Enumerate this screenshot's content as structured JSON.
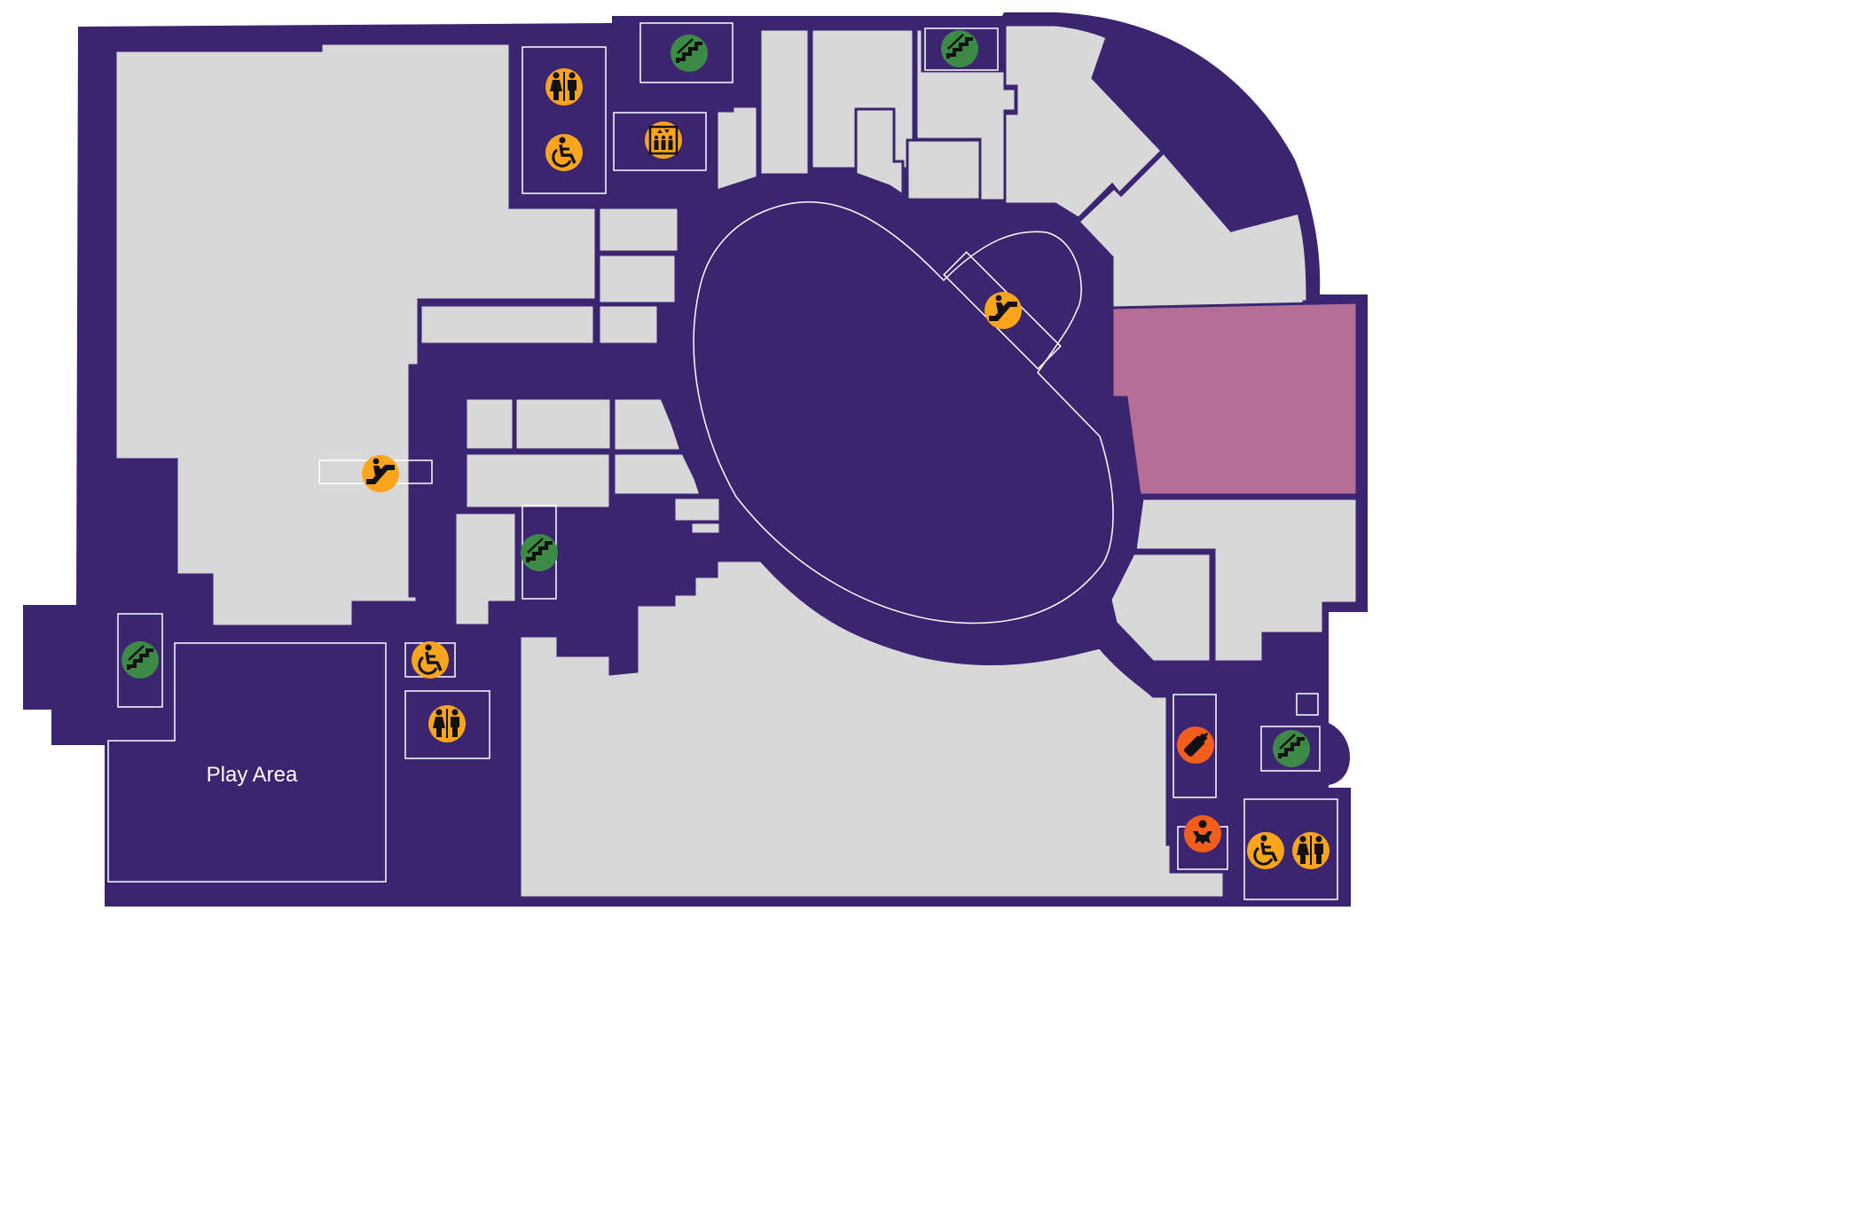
{
  "map": {
    "colors": {
      "corridor": "#3c2570",
      "store": "#d8d8d8",
      "highlight": "#b56e95",
      "outline": "#ffffff",
      "stairs": "#3b8b46",
      "amenity": "#fba51c",
      "family": "#f25f1c"
    },
    "labels": {
      "play_area": "Play Area"
    },
    "pois": [
      {
        "type": "stairs",
        "icon": "stairs-icon"
      },
      {
        "type": "stairs",
        "icon": "stairs-icon"
      },
      {
        "type": "stairs",
        "icon": "stairs-icon"
      },
      {
        "type": "stairs",
        "icon": "stairs-icon"
      },
      {
        "type": "stairs",
        "icon": "stairs-icon"
      },
      {
        "type": "restroom",
        "icon": "restroom-icon"
      },
      {
        "type": "restroom",
        "icon": "restroom-icon"
      },
      {
        "type": "restroom",
        "icon": "restroom-icon"
      },
      {
        "type": "accessible",
        "icon": "wheelchair-icon"
      },
      {
        "type": "accessible",
        "icon": "wheelchair-icon"
      },
      {
        "type": "accessible",
        "icon": "wheelchair-icon"
      },
      {
        "type": "elevator",
        "icon": "elevator-icon"
      },
      {
        "type": "escalator",
        "icon": "escalator-icon"
      },
      {
        "type": "escalator",
        "icon": "escalator-icon"
      },
      {
        "type": "nursing",
        "icon": "baby-bottle-icon"
      },
      {
        "type": "baby-change",
        "icon": "baby-change-icon"
      }
    ]
  }
}
